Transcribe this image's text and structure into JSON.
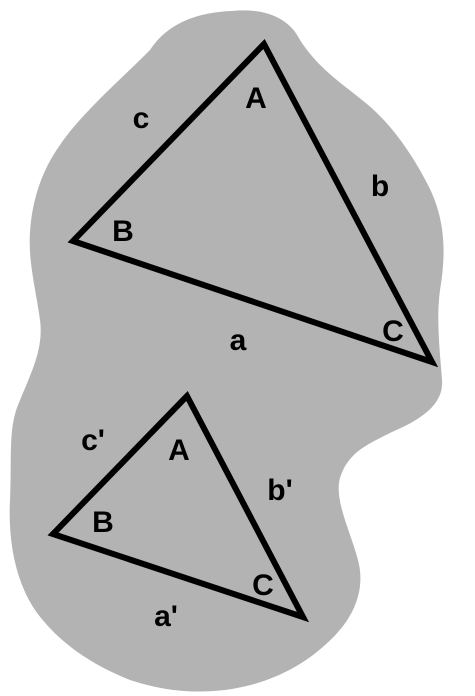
{
  "colors": {
    "background": "#ffffff",
    "blob": "#b3b3b3",
    "stroke": "#000000"
  },
  "triangle_large": {
    "vertex_a": "A",
    "vertex_b": "B",
    "vertex_c": "C",
    "side_a": "a",
    "side_b": "b",
    "side_c": "c"
  },
  "triangle_small": {
    "vertex_a": "A",
    "vertex_b": "B",
    "vertex_c": "C",
    "side_a": "a'",
    "side_b": "b'",
    "side_c": "c'"
  }
}
